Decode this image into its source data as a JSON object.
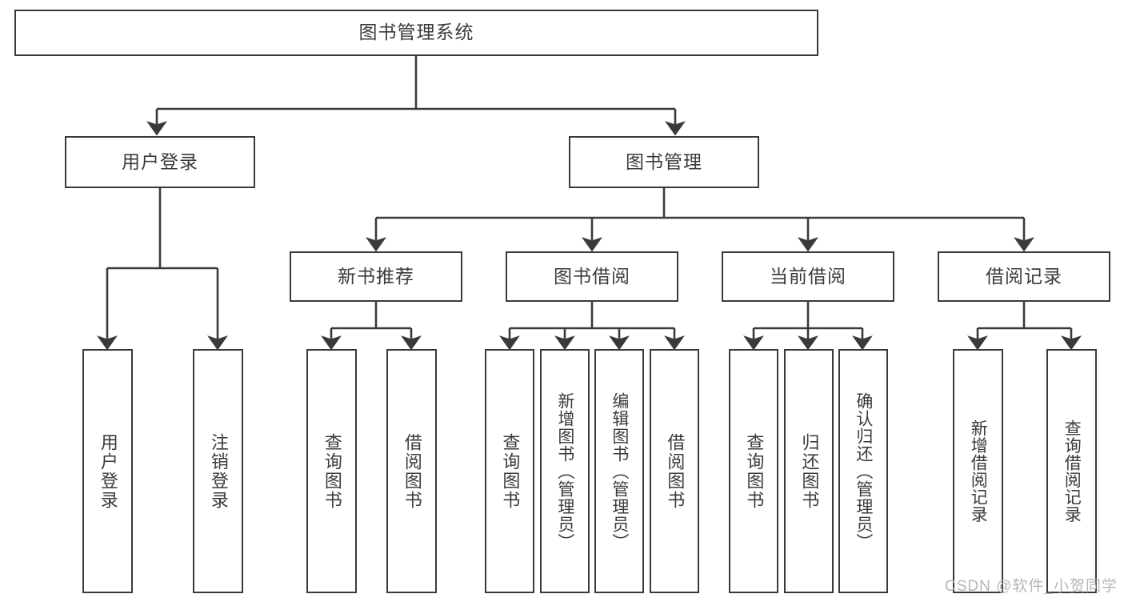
{
  "diagram": {
    "title": "图书管理系统",
    "type": "tree",
    "root": {
      "label": "图书管理系统"
    },
    "level2": [
      {
        "id": "user-login",
        "label": "用户登录"
      },
      {
        "id": "book-manage",
        "label": "图书管理"
      }
    ],
    "level3": [
      {
        "id": "new-book-recommend",
        "label": "新书推荐",
        "parent": "book-manage"
      },
      {
        "id": "book-borrow",
        "label": "图书借阅",
        "parent": "book-manage"
      },
      {
        "id": "current-borrow",
        "label": "当前借阅",
        "parent": "book-manage"
      },
      {
        "id": "borrow-record",
        "label": "借阅记录",
        "parent": "book-manage"
      }
    ],
    "leaves": [
      {
        "id": "leaf-user-login",
        "label": "用户登录",
        "parent": "user-login"
      },
      {
        "id": "leaf-user-logout",
        "label": "注销登录",
        "parent": "user-login"
      },
      {
        "id": "leaf-query-book-1",
        "label": "查询图书",
        "parent": "new-book-recommend"
      },
      {
        "id": "leaf-borrow-book-1",
        "label": "借阅图书",
        "parent": "new-book-recommend"
      },
      {
        "id": "leaf-query-book-2",
        "label": "查询图书",
        "parent": "book-borrow"
      },
      {
        "id": "leaf-add-book",
        "label": "新增图书（管理员）",
        "parent": "book-borrow"
      },
      {
        "id": "leaf-edit-book",
        "label": "编辑图书（管理员）",
        "parent": "book-borrow"
      },
      {
        "id": "leaf-borrow-book-2",
        "label": "借阅图书",
        "parent": "book-borrow"
      },
      {
        "id": "leaf-query-book-3",
        "label": "查询图书",
        "parent": "current-borrow"
      },
      {
        "id": "leaf-return-book",
        "label": "归还图书",
        "parent": "current-borrow"
      },
      {
        "id": "leaf-confirm-return",
        "label": "确认归还（管理员）",
        "parent": "current-borrow"
      },
      {
        "id": "leaf-add-record",
        "label": "新增借阅记录",
        "parent": "borrow-record"
      },
      {
        "id": "leaf-query-record",
        "label": "查询借阅记录",
        "parent": "borrow-record"
      }
    ]
  },
  "watermark": {
    "text": "CSDN @软件_小贺同学"
  },
  "colors": {
    "stroke": "#3a3a3a",
    "text": "#3b3b3b",
    "background": "#ffffff",
    "watermark": "#b6b6b6"
  }
}
